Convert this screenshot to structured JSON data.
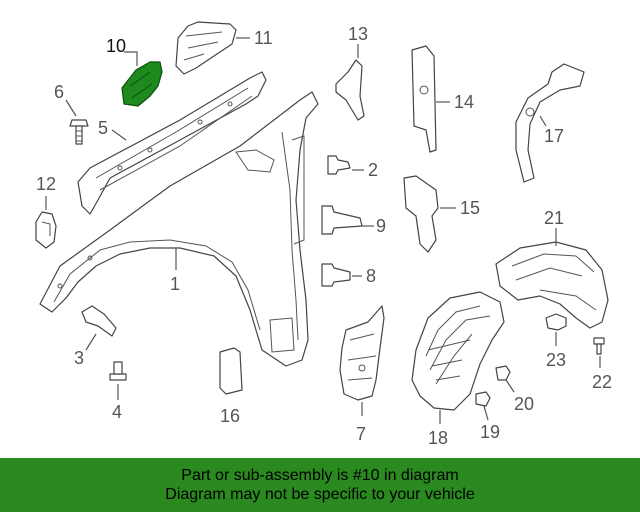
{
  "diagram": {
    "highlight_color": "#1e8a1e",
    "labels": {
      "p1": "1",
      "p2": "2",
      "p3": "3",
      "p4": "4",
      "p5": "5",
      "p6": "6",
      "p7": "7",
      "p8": "8",
      "p9": "9",
      "p10": "10",
      "p11": "11",
      "p12": "12",
      "p13": "13",
      "p14": "14",
      "p15": "15",
      "p16": "16",
      "p17": "17",
      "p18": "18",
      "p19": "19",
      "p20": "20",
      "p21": "21",
      "p22": "22",
      "p23": "23"
    }
  },
  "banner": {
    "color": "#2a8a1f",
    "line1": "Part or sub-assembly is #10 in diagram",
    "line2": "Diagram may not be specific to your vehicle"
  }
}
